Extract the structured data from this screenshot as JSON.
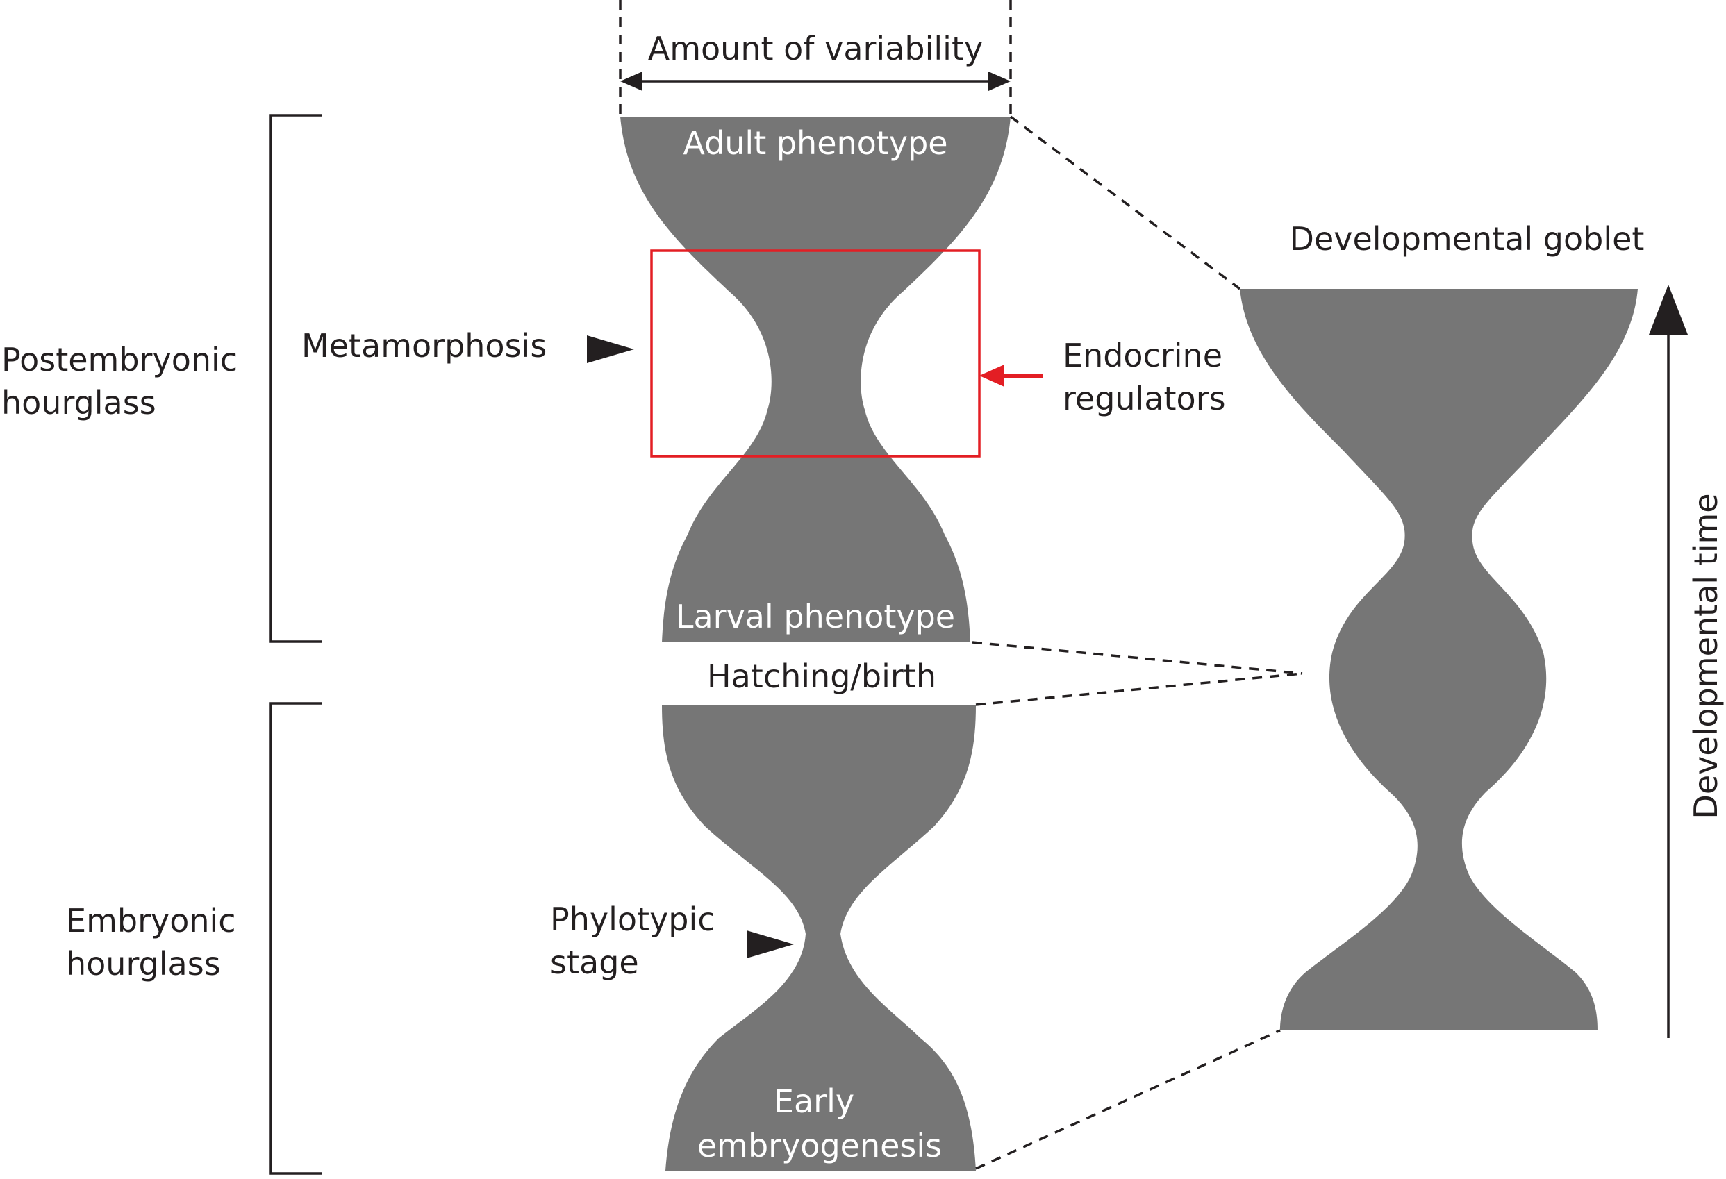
{
  "labels": {
    "amount_of_variability": "Amount of variability",
    "adult_phenotype": "Adult phenotype",
    "developmental_goblet": "Developmental goblet",
    "postembryonic_line1": "Postembryonic",
    "postembryonic_line2": "hourglass",
    "metamorphosis": "Metamorphosis",
    "endocrine_line1": "Endocrine",
    "endocrine_line2": "regulators",
    "larval_phenotype": "Larval phenotype",
    "hatching_birth": "Hatching/birth",
    "embryonic_line1": "Embryonic",
    "embryonic_line2": "hourglass",
    "phylotypic_line1": "Phylotypic",
    "phylotypic_line2": "stage",
    "early_line1": "Early",
    "early_line2": "embryogenesis",
    "developmental_time": "Developmental time"
  },
  "colors": {
    "shape_fill": "#767676",
    "highlight_red": "#e31e24",
    "ink": "#231f20"
  }
}
